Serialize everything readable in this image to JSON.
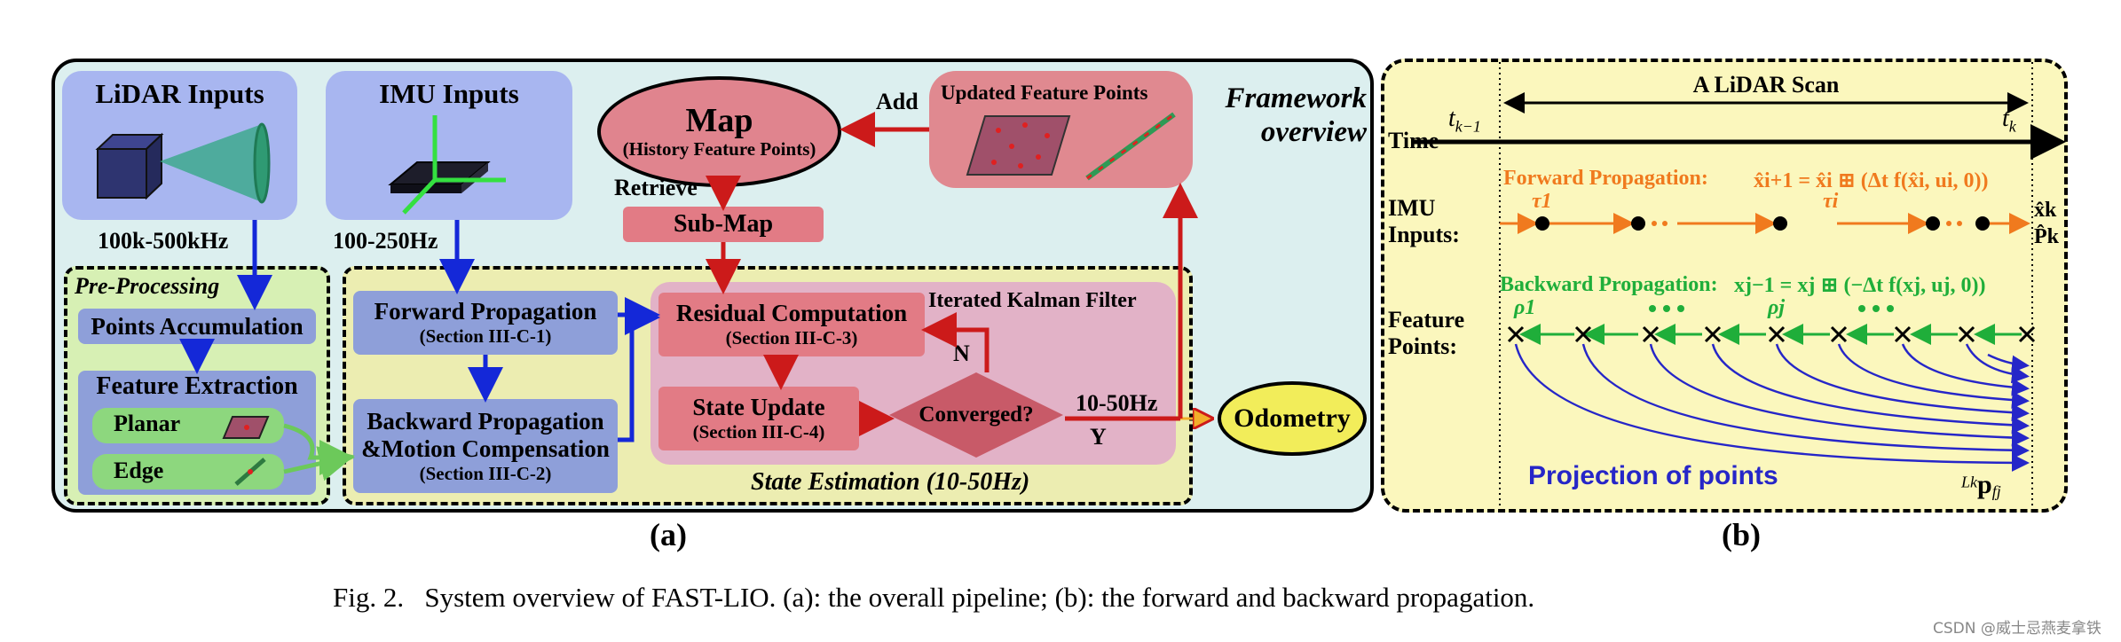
{
  "panel_a": {
    "lidar_inputs": "LiDAR Inputs",
    "lidar_rate": "100k-500kHz",
    "imu_inputs": "IMU Inputs",
    "imu_rate": "100-250Hz",
    "map_title": "Map",
    "map_sub": "(History Feature Points)",
    "add": "Add",
    "updated_feature_points": "Updated Feature Points",
    "framework_overview_1": "Framework",
    "framework_overview_2": "overview",
    "retrieve": "Retrieve",
    "sub_map": "Sub-Map",
    "pre_processing": "Pre-Processing",
    "points_accumulation": "Points Accumulation",
    "feature_extraction": "Feature Extraction",
    "planar": "Planar",
    "edge": "Edge",
    "forward_propagation": "Forward Propagation",
    "forward_section": "(Section III-C-1)",
    "backward_propagation_1": "Backward Propagation",
    "backward_propagation_2": "&Motion Compensation",
    "backward_section": "(Section III-C-2)",
    "residual_computation": "Residual Computation",
    "residual_section": "(Section III-C-3)",
    "iterated_kalman_filter": "Iterated Kalman Filter",
    "state_update": "State Update",
    "state_update_section": "(Section III-C-4)",
    "converged": "Converged?",
    "n": "N",
    "y": "Y",
    "odom_rate": "10-50Hz",
    "odometry": "Odometry",
    "state_estimation": "State Estimation (10-50Hz)",
    "label": "(a)"
  },
  "panel_b": {
    "scan": "A LiDAR Scan",
    "time": "Time",
    "t_prev": "t",
    "t_prev_sub": "k−1",
    "t_k": "t",
    "t_k_sub": "k",
    "forward_propagation": "Forward Propagation:",
    "forward_eq": "x̂i+1 = x̂i ⊞ (Δt f(x̂i, ui, 0))",
    "tau_1": "τ1",
    "tau_i": "τi",
    "imu_inputs_1": "IMU",
    "imu_inputs_2": "Inputs:",
    "x_hat_k": "x̂k",
    "p_hat_k": "P̂k",
    "backward_propagation": "Backward Propagation:",
    "backward_eq": "xj−1 = xj ⊞ (−Δt f(xj, uj, 0))",
    "rho_1": "ρ1",
    "rho_j": "ρj",
    "feature_points_1": "Feature",
    "feature_points_2": "Points:",
    "projection": "Projection of points",
    "proj_label": "Lk",
    "proj_p": "p",
    "proj_sub": "fj",
    "label": "(b)"
  },
  "caption": "Fig. 2.   System overview of FAST-LIO. (a): the overall pipeline; (b): the forward and backward propagation.",
  "watermark": "CSDN @威士忌燕麦拿铁",
  "colors": {
    "blue_arrow": "#1428d8",
    "red_arrow": "#cc1a1a",
    "orange": "#f07a1e",
    "green": "#1fae3a",
    "projection_blue": "#2626c8"
  }
}
